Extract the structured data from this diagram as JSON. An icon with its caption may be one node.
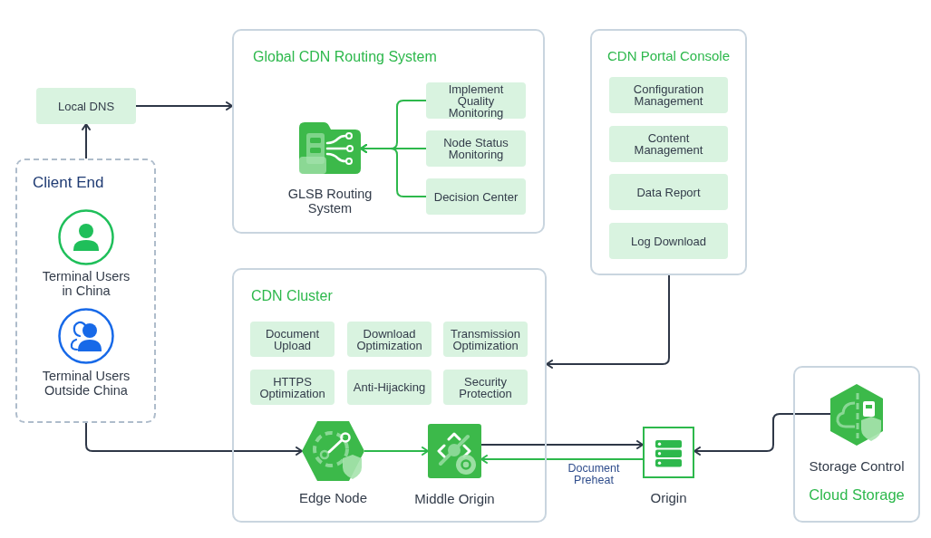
{
  "diagram": {
    "nodes": [
      {
        "text": [
          "Local DNS"
        ]
      },
      {
        "text": [
          "Global CDN Routing System"
        ]
      },
      {
        "text": [
          "GLSB Routing System"
        ],
        "in": 1
      },
      {
        "text": [
          "Implement Quality Monitoring"
        ],
        "in": 1
      },
      {
        "text": [
          "Node Status Monitoring"
        ],
        "in": 1
      },
      {
        "text": [
          "Decision Center"
        ],
        "in": 1
      },
      {
        "text": [
          "CDN Portal Console"
        ]
      },
      {
        "text": [
          "Configuration Management"
        ],
        "in": 6
      },
      {
        "text": [
          "Content Management"
        ],
        "in": 6
      },
      {
        "text": [
          "Data Report"
        ],
        "in": 6
      },
      {
        "text": [
          "Log Download"
        ],
        "in": 6
      },
      {
        "text": [
          "Client End"
        ]
      },
      {
        "text": [
          "Terminal Users in China"
        ],
        "in": 11
      },
      {
        "text": [
          "Terminal Users Outside China"
        ],
        "in": 11
      },
      {
        "text": [
          "CDN Cluster"
        ]
      },
      {
        "text": [
          "Document Upload"
        ],
        "in": 14
      },
      {
        "text": [
          "Download Optimization"
        ],
        "in": 14
      },
      {
        "text": [
          "Transmission Optimization"
        ],
        "in": 14
      },
      {
        "text": [
          "HTTPS Optimization"
        ],
        "in": 14
      },
      {
        "text": [
          "Anti-Hijacking"
        ],
        "in": 14
      },
      {
        "text": [
          "Security Protection"
        ],
        "in": 14
      },
      {
        "text": [
          "Edge Node"
        ],
        "in": 14
      },
      {
        "text": [
          "Middle Origin"
        ],
        "in": 14
      },
      {
        "text": [
          "Origin"
        ]
      },
      {
        "text": [
          "Cloud Storage"
        ]
      },
      {
        "text": [
          "Storage Control"
        ],
        "in": 24
      }
    ],
    "edges": [
      {
        "from": 11,
        "to": 0,
        "arrow": "to"
      },
      {
        "from": 0,
        "to": 1,
        "arrow": "to"
      },
      {
        "from": 3,
        "to": 2,
        "arrow": "to",
        "color": "#2db84c"
      },
      {
        "from": 4,
        "to": 2,
        "arrow": "to",
        "color": "#2db84c"
      },
      {
        "from": 5,
        "to": 2,
        "arrow": "to",
        "color": "#2db84c"
      },
      {
        "from": 6,
        "to": 14,
        "arrow": "to"
      },
      {
        "from": 11,
        "to": 21,
        "arrow": "to"
      },
      {
        "from": 21,
        "to": 22,
        "arrow": "to",
        "color": "#2db84c"
      },
      {
        "from": 22,
        "to": 23,
        "arrow": "to"
      },
      {
        "from": 23,
        "to": 22,
        "arrow": "to",
        "color": "#2db84c",
        "label": "Document Preheat"
      },
      {
        "from": 25,
        "to": 23,
        "arrow": "to"
      }
    ]
  }
}
